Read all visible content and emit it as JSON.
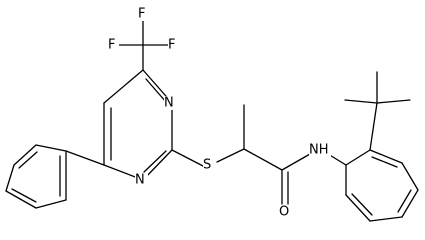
{
  "molecule": {
    "atoms": {
      "f1": "F",
      "f2": "F",
      "f3": "F",
      "n1": "N",
      "n2": "N",
      "s": "S",
      "nh": "NH",
      "o": "O"
    }
  }
}
